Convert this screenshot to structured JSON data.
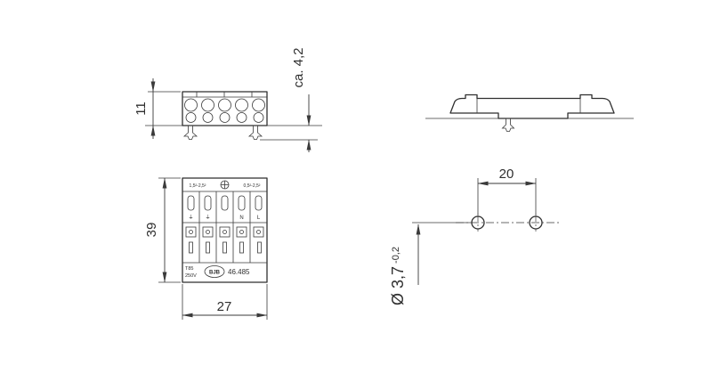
{
  "dims": {
    "top_height": "11",
    "clip_height": "ca. 4,2",
    "front_height": "39",
    "front_width": "27",
    "hole_spacing": "20",
    "hole_dia": "Ø 3,7",
    "hole_dia_tol": "-0,2"
  },
  "front": {
    "top_left_rating": "1,5²-2,5²",
    "top_right_rating": "0,5²-2,5²",
    "pole_labels": [
      "⏚",
      "⏚",
      "",
      "N",
      "L"
    ],
    "approval": "T85",
    "voltage": "250V",
    "brand": "BJB",
    "part_number": "46.485"
  }
}
